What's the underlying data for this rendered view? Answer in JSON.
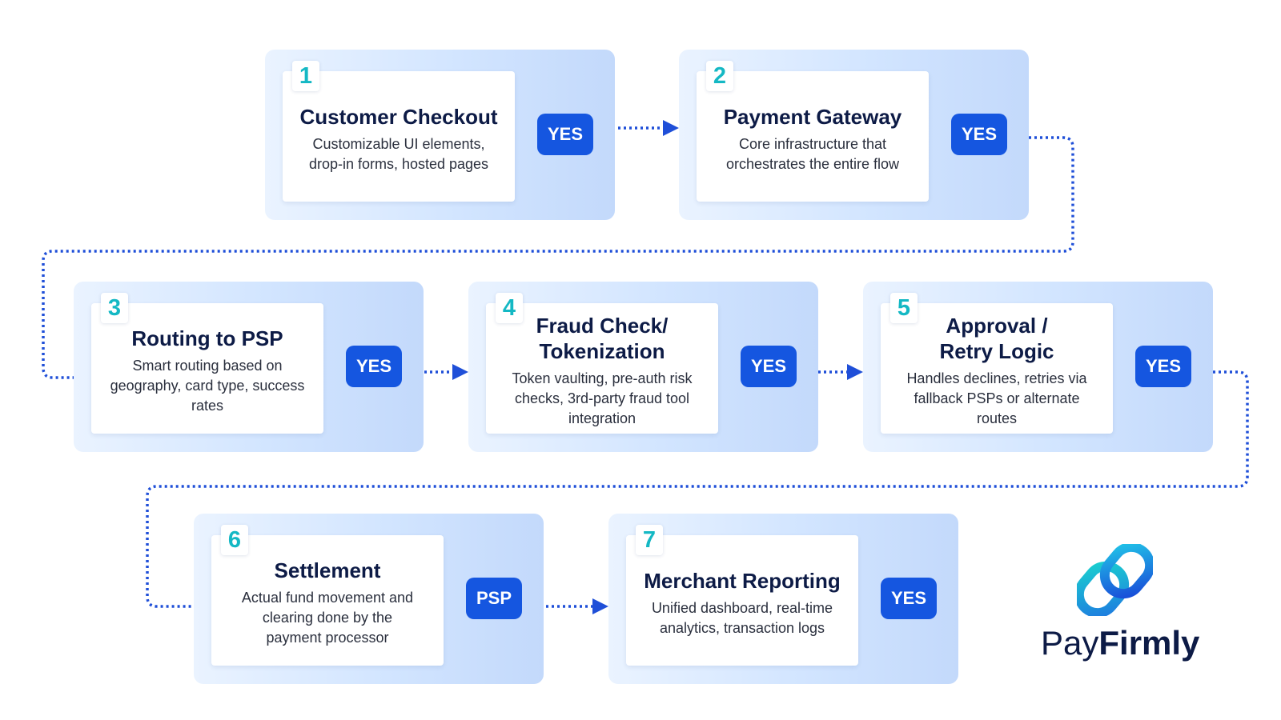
{
  "steps": [
    {
      "number": "1",
      "title": "Customer Checkout",
      "description": "Customizable UI elements,\ndrop-in forms, hosted pages",
      "badge": "YES"
    },
    {
      "number": "2",
      "title": "Payment Gateway",
      "description": "Core infrastructure that\norchestrates the entire flow",
      "badge": "YES"
    },
    {
      "number": "3",
      "title": "Routing to PSP",
      "description": "Smart routing based on\ngeography, card type, success\nrates",
      "badge": "YES"
    },
    {
      "number": "4",
      "title": "Fraud Check/\nTokenization",
      "description": "Token vaulting, pre-auth risk\nchecks, 3rd-party fraud tool\nintegration",
      "badge": "YES"
    },
    {
      "number": "5",
      "title": "Approval /\nRetry Logic",
      "description": "Handles declines, retries via\nfallback PSPs or alternate\nroutes",
      "badge": "YES"
    },
    {
      "number": "6",
      "title": "Settlement",
      "description": "Actual fund movement and\nclearing done by the\npayment processor",
      "badge": "PSP"
    },
    {
      "number": "7",
      "title": "Merchant Reporting",
      "description": "Unified dashboard, real-time\nanalytics, transaction logs",
      "badge": "YES"
    }
  ],
  "brand": {
    "name_light": "Pay",
    "name_bold": "Firmly"
  },
  "colors": {
    "accent": "#1556e0",
    "number": "#14b8c4",
    "title": "#0d1b46",
    "connector": "#1f4fd8"
  },
  "icons": {
    "logo": "chain-link-icon",
    "arrow": "arrowhead-right-icon"
  }
}
